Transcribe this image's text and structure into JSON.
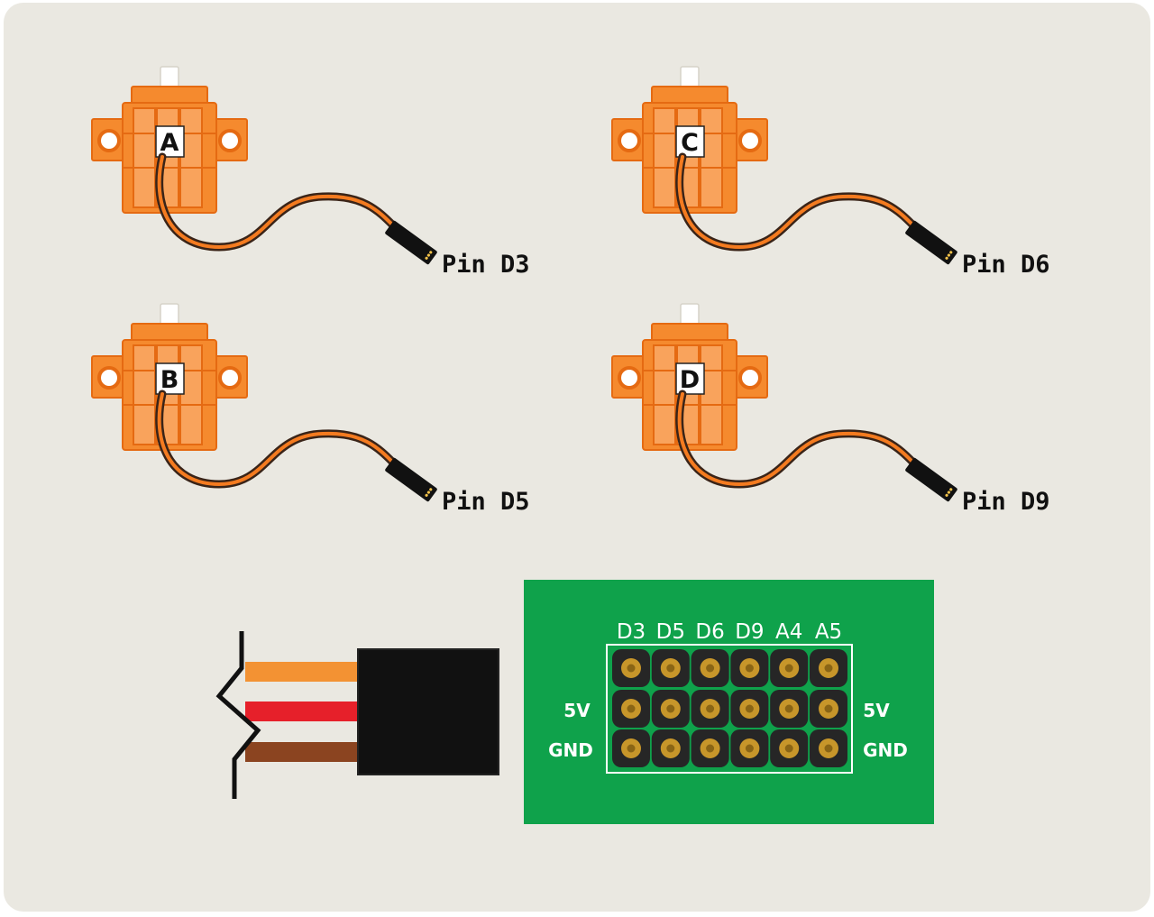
{
  "servos": [
    {
      "letter": "A",
      "pin_label": "Pin D3"
    },
    {
      "letter": "B",
      "pin_label": "Pin D5"
    },
    {
      "letter": "C",
      "pin_label": "Pin D6"
    },
    {
      "letter": "D",
      "pin_label": "Pin D9"
    }
  ],
  "header": {
    "column_labels": [
      "D3",
      "D5",
      "D6",
      "D9",
      "A4",
      "A5"
    ],
    "left_labels": [
      "5V",
      "GND"
    ],
    "right_labels": [
      "5V",
      "GND"
    ]
  },
  "colors": {
    "background": "#eae8e1",
    "servo_body": "#f58a2e",
    "servo_dark": "#e56a12",
    "servo_light": "#f9b07a",
    "board_green": "#0fa24b",
    "pin_pad": "#c7962a",
    "header_black": "#262626",
    "wire_orange": "#f39233",
    "wire_red": "#e6202a",
    "wire_brown": "#8b4420",
    "connector_black": "#111111"
  }
}
